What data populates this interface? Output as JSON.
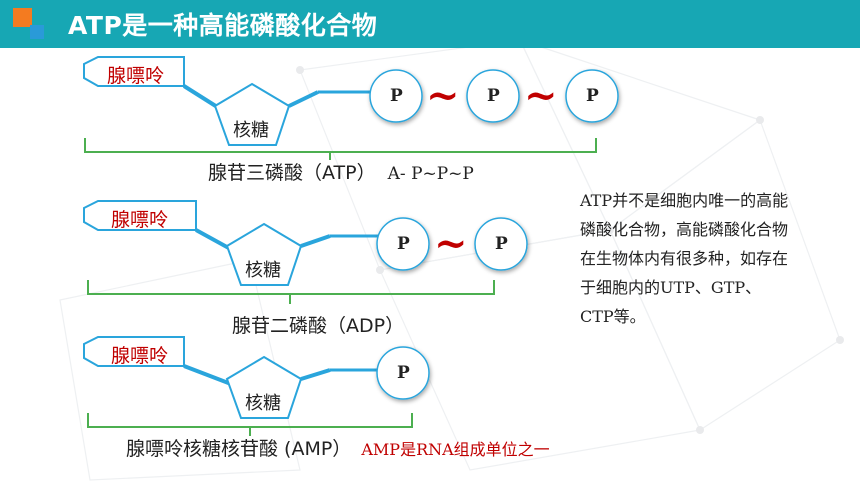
{
  "header": {
    "title": "ATP是一种高能磷酸化合物",
    "accent_color": "#17a7b4",
    "logo_colors": [
      "#f47b20",
      "#2a9ad8"
    ]
  },
  "atp": {
    "base_label": "腺嘌呤",
    "sugar_label": "核糖",
    "phosphates": [
      "P",
      "P",
      "P"
    ],
    "bond_symbols": [
      "~",
      "~"
    ],
    "caption_name": "腺苷三磷酸（ATP）",
    "caption_formula": "A- P~P~P"
  },
  "adp": {
    "base_label": "腺嘌呤",
    "sugar_label": "核糖",
    "phosphates": [
      "P",
      "P"
    ],
    "bond_symbols": [
      "~"
    ],
    "caption_name": "腺苷二磷酸（ADP）"
  },
  "amp": {
    "base_label": "腺嘌呤",
    "sugar_label": "核糖",
    "phosphates": [
      "P"
    ],
    "caption_name": "腺嘌呤核糖核苷酸 (AMP）",
    "caption_note": "AMP是RNA组成单位之一"
  },
  "side_note": {
    "text": "ATP并不是细胞内唯一的高能磷酸化合物，高能磷酸化合物在生物体内有很多种，如存在于细胞内的UTP、GTP、CTP等。"
  },
  "colors": {
    "diagram_line": "#2aa5dc",
    "bracket": "#4caf50",
    "base_text": "#c00000",
    "tilde": "#c00000"
  }
}
